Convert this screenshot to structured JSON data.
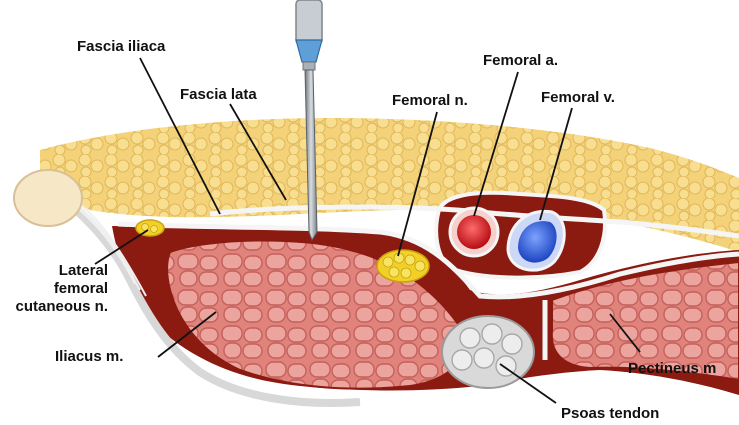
{
  "labels": {
    "fascia_iliaca": "Fascia iliaca",
    "fascia_lata": "Fascia lata",
    "femoral_n": "Femoral n.",
    "femoral_a": "Femoral a.",
    "femoral_v": "Femoral v.",
    "lateral_femoral_cutaneous": [
      "Lateral",
      "femoral",
      "cutaneous n."
    ],
    "iliacus": "Iliacus m.",
    "pectineus": "Pectineus m",
    "psoas_tendon": "Psoas tendon"
  },
  "colors": {
    "subcutaneous_fat": "#f3d27a",
    "fascia": "#f5f5f5",
    "deep_compartment": "#8b1a10",
    "muscle": "#e79a94",
    "nerve": "#f2d027",
    "artery": "#d8141a",
    "vein": "#2f5ee0",
    "tendon": "#d9d9d9",
    "needle": "#9aa0a6",
    "needle_hub": "#5f9fd8"
  }
}
